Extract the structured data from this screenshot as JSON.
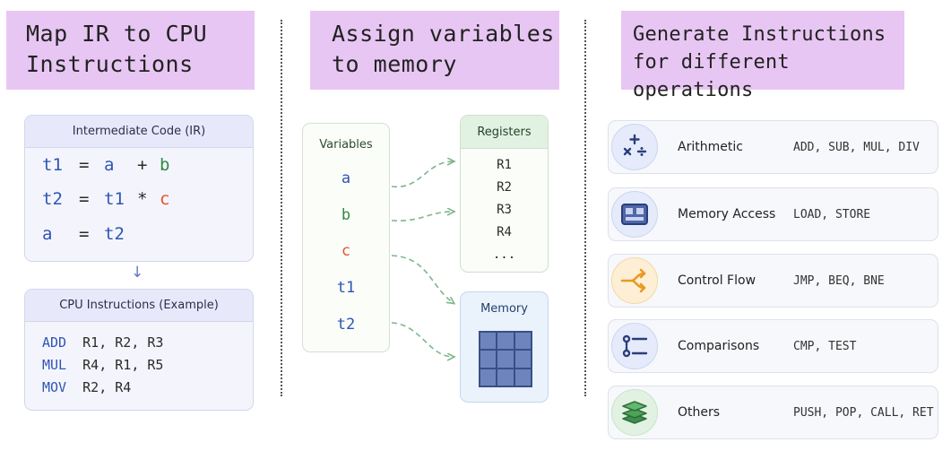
{
  "columns": {
    "map": {
      "title_lines": [
        "Map IR to CPU",
        "Instructions"
      ]
    },
    "assign": {
      "title_lines": [
        "Assign variables",
        "to memory"
      ]
    },
    "generate": {
      "title_lines": [
        "Generate Instructions",
        "for different operations"
      ]
    }
  },
  "ir": {
    "header": "Intermediate Code (IR)",
    "lines": [
      {
        "tokens": [
          "t1",
          "=",
          "a",
          "+",
          "b"
        ]
      },
      {
        "tokens": [
          "t2",
          "=",
          "t1",
          "*",
          "c"
        ]
      },
      {
        "tokens": [
          "a",
          "=",
          "t2"
        ]
      }
    ],
    "arrow": "↓"
  },
  "cpu": {
    "header": "CPU Instructions (Example)",
    "instructions": [
      {
        "op": "ADD",
        "args": "R1, R2, R3"
      },
      {
        "op": "MUL",
        "args": "R4, R1, R5"
      },
      {
        "op": "MOV",
        "args": "R2, R4"
      }
    ]
  },
  "variables": {
    "title": "Variables",
    "items": [
      "a",
      "b",
      "c",
      "t1",
      "t2"
    ]
  },
  "registers": {
    "title": "Registers",
    "items": [
      "R1",
      "R2",
      "R3",
      "R4",
      "..."
    ]
  },
  "memory": {
    "title": "Memory"
  },
  "operations": [
    {
      "name": "Arithmetic",
      "instructions": "ADD, SUB, MUL, DIV",
      "icon": "arithmetic-icon",
      "color": "#e6ebfb"
    },
    {
      "name": "Memory Access",
      "instructions": "LOAD, STORE",
      "icon": "memory-chip-icon",
      "color": "#e6ebfb"
    },
    {
      "name": "Control Flow",
      "instructions": "JMP, BEQ, BNE",
      "icon": "branch-icon",
      "color": "#fdefd5"
    },
    {
      "name": "Comparisons",
      "instructions": "CMP, TEST",
      "icon": "compare-icon",
      "color": "#e6ebfb"
    },
    {
      "name": "Others",
      "instructions": "PUSH, POP, CALL, RET",
      "icon": "stack-layers-icon",
      "color": "#e2f2e2"
    }
  ],
  "colors": {
    "title_bg": "#e8c6f3",
    "keyword_blue": "#2f55b3",
    "var_green": "#2f8a43",
    "var_red": "#e0552c",
    "arrow_green": "#7fb58c"
  }
}
